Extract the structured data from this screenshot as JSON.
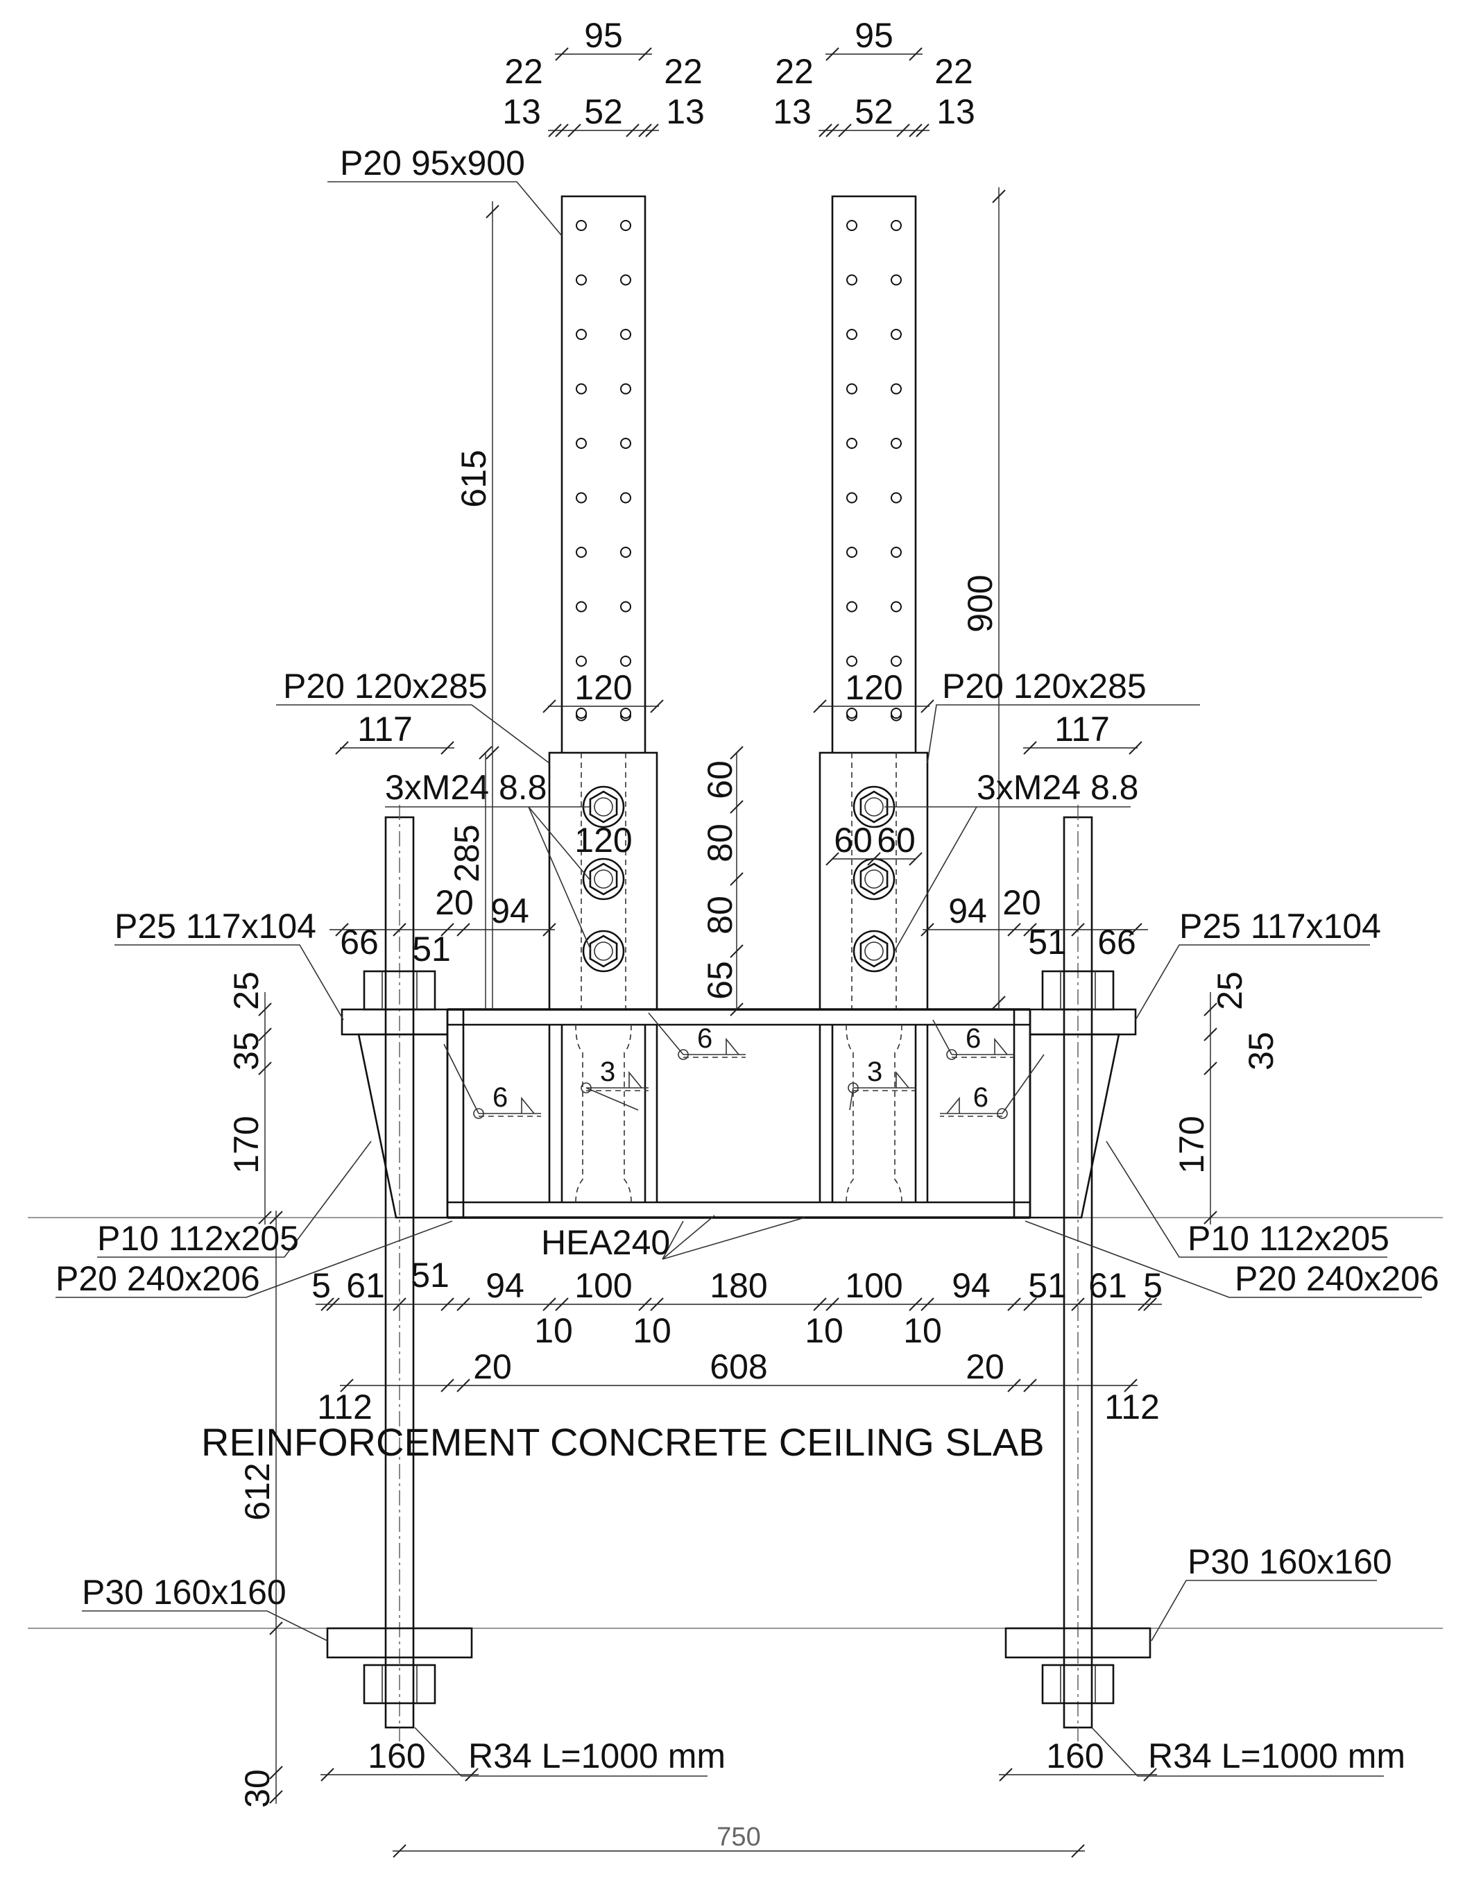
{
  "drawing": {
    "top_dims": {
      "w95": "95",
      "w22": "22",
      "w13": "13",
      "w52": "52"
    },
    "labels": {
      "post_plate": "P20 95x900",
      "side_plate": "P20 120x285",
      "bolts": "3xM24 8.8",
      "cap_plate": "P25 117x104",
      "gusset": "P10 112x205",
      "end_plate": "P20 240x206",
      "beam": "HEA240",
      "anchor_plate": "P30 160x160",
      "anchor_rod": "R34 L=1000 mm",
      "slab": "REINFORCEMENT CONCRETE CEILING SLAB"
    },
    "dims": {
      "d615": "615",
      "d900": "900",
      "d120": "120",
      "d117": "117",
      "d285": "285",
      "d60": "60",
      "d80": "80",
      "d65": "65",
      "d20": "20",
      "d94": "94",
      "d66": "66",
      "d51": "51",
      "d25": "25",
      "d35": "35",
      "d170": "170",
      "d5": "5",
      "d61": "61",
      "d100": "100",
      "d180": "180",
      "d10": "10",
      "d608": "608",
      "d112": "112",
      "d612": "612",
      "d160": "160",
      "d30": "30",
      "d750": "750"
    },
    "welds": {
      "w6": "6",
      "w3": "3"
    }
  }
}
